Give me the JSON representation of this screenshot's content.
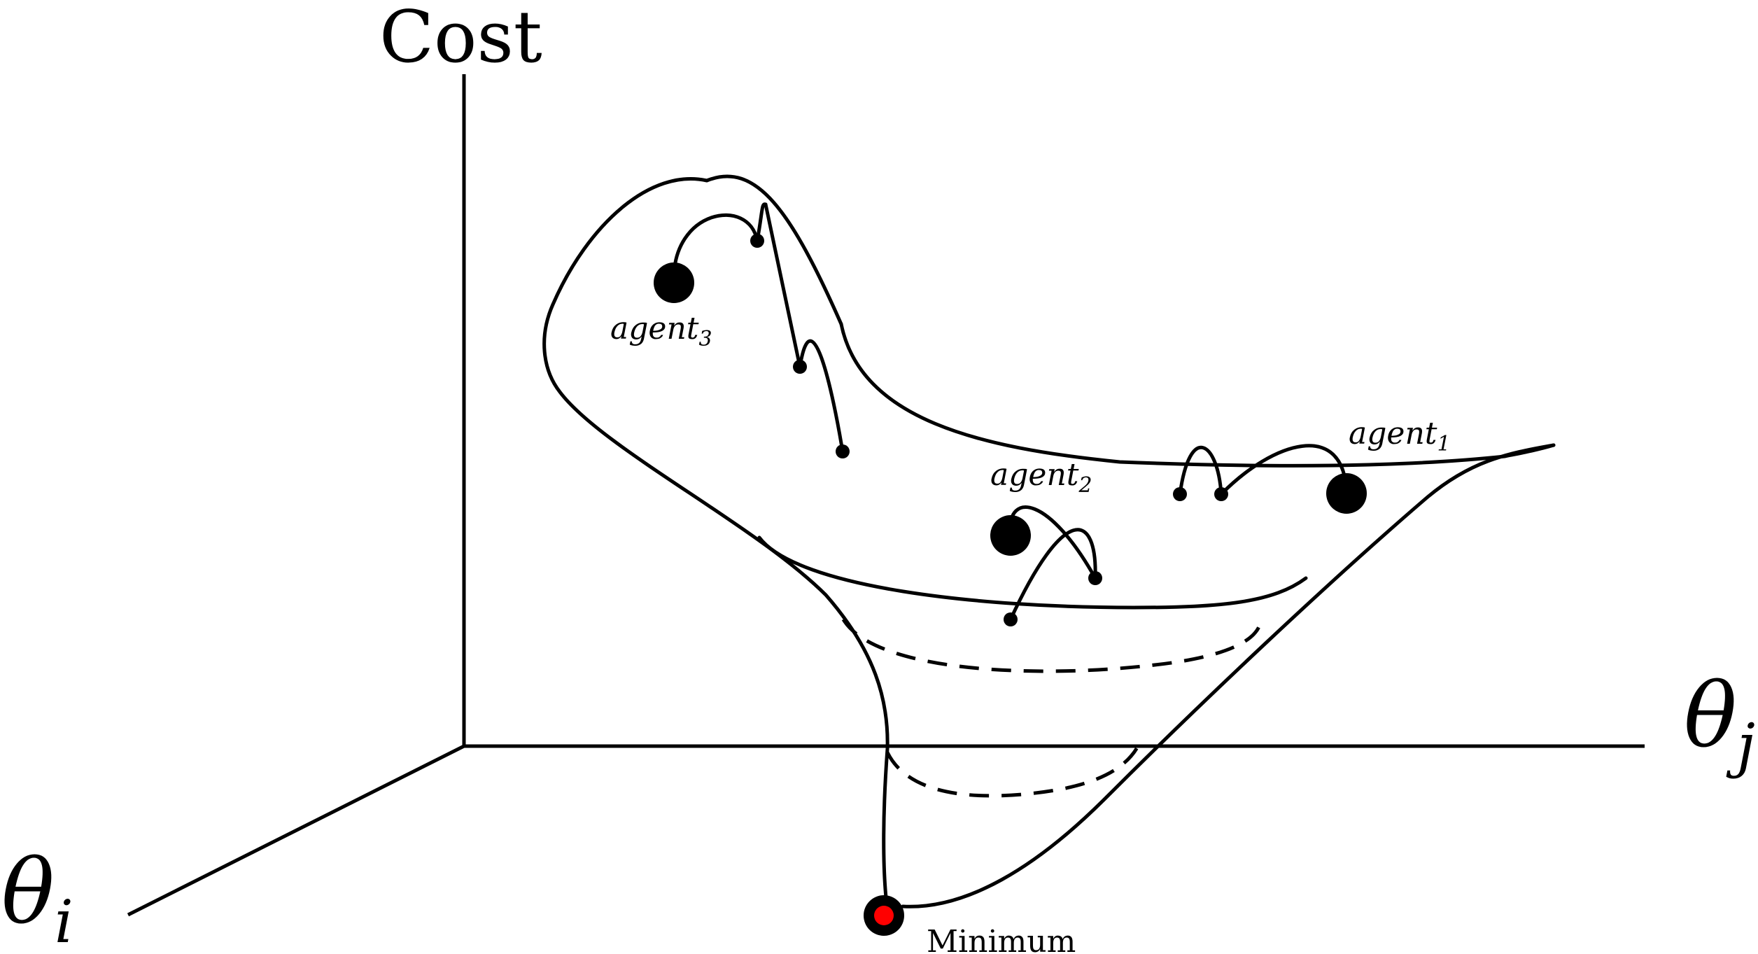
{
  "axes": {
    "cost_label": "Cost",
    "theta_i": {
      "base": "θ",
      "sub": "i"
    },
    "theta_j": {
      "base": "θ",
      "sub": "j"
    }
  },
  "agents": [
    {
      "base": "agent",
      "sub": "1"
    },
    {
      "base": "agent",
      "sub": "2"
    },
    {
      "base": "agent",
      "sub": "3"
    }
  ],
  "minimum_label": "Minimum",
  "colors": {
    "line": "#000000",
    "minimum_marker": "#ff0000",
    "background": "#ffffff"
  }
}
